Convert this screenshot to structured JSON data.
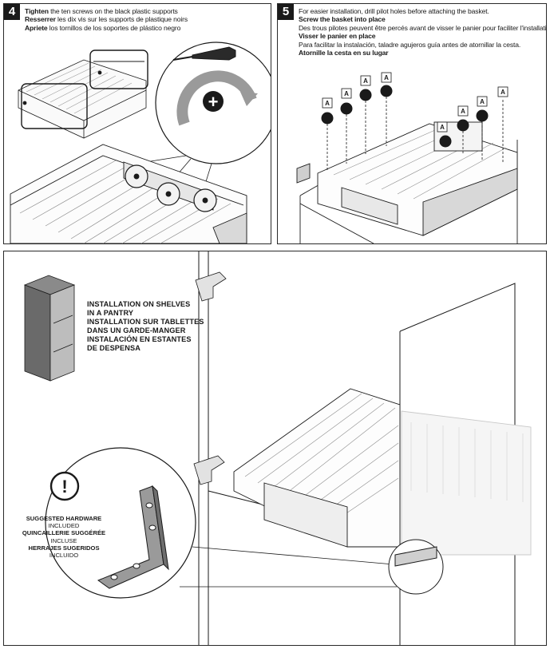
{
  "step4": {
    "number": "4",
    "en_bold": "Tighten",
    "en_rest": " the ten screws on the black plastic supports",
    "fr_bold": "Resserrer",
    "fr_rest": " les dix vis sur les supports de plastique noirs",
    "es_bold": "Apriete",
    "es_rest": " los tornillos de los soportes de plástico negro"
  },
  "step5": {
    "number": "5",
    "line1": "For easier installation, drill pilot holes before attaching the basket.",
    "line2": "Screw the basket into place",
    "line3": "Des trous pilotes peuvent être percés avant de visser le panier pour faciliter l'installation.",
    "line4": "Visser le panier en place",
    "line5": "Para facilitar la instalación, taladre agujeros guía antes de atornillar la cesta.",
    "line6": "Atornille la cesta en su lugar",
    "screw_badge": "A"
  },
  "step6": {
    "pantry_line1": "INSTALLATION ON SHELVES",
    "pantry_line2": "IN A PANTRY",
    "pantry_line3": "INSTALLATION SUR TABLETTES",
    "pantry_line4": "DANS UN GARDE-MANGER",
    "pantry_line5": "INSTALACIÓN EN ESTANTES",
    "pantry_line6": "DE DESPENSA",
    "hw_en": "SUGGESTED HARDWARE",
    "hw_en_sub": "INCLUDED",
    "hw_fr": "QUINCAILLERIE SUGGÉRÉE",
    "hw_fr_sub": "INCLUSE",
    "hw_es": "HERRAJES SUGERIDOS",
    "hw_es_sub": "INCLUIDO",
    "warning_symbol": "!"
  },
  "icons": {
    "plus": "+",
    "colors": {
      "ink": "#1a1a1a",
      "grey": "#8a8a8a",
      "light": "#d9d9d9",
      "shade": "#bdbdbd"
    }
  }
}
